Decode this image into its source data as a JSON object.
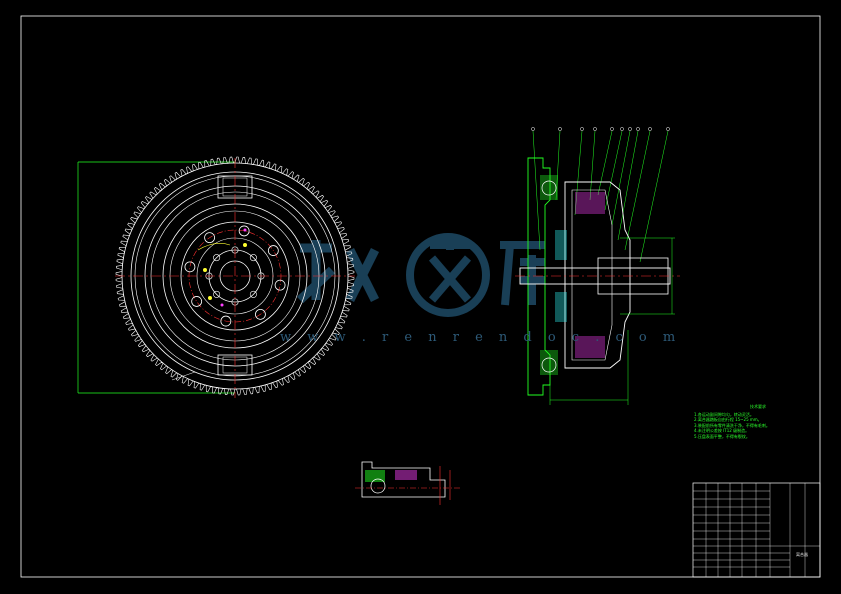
{
  "drawing": {
    "background": "#000000",
    "colors": {
      "outline": "#ffffff",
      "center_line": "#ff3030",
      "dimension": "#22ff22",
      "yellow": "#ffff30",
      "cyan": "#30ffff",
      "magenta": "#ff40ff",
      "watermark": "#1e4a66"
    }
  },
  "flywheel": {
    "teeth_count": 116
  },
  "balloons": {
    "count": 10
  },
  "tech_notes": {
    "title": "技术要求",
    "lines": [
      "1.各运动副间隙均匀，转动灵活。",
      "2.离合器踏板自由行程 15~25 mm。",
      "3.装配前所有零件清洗干净，不得有毛刺。",
      "4.未注明公差按 IT12 级制造。",
      "5.压盘表面平整，不得有裂纹。"
    ]
  },
  "watermark": {
    "url_text": "w w w . r e n r e n d o c . c o m"
  },
  "title_block": {
    "name_cell": "离合器"
  }
}
